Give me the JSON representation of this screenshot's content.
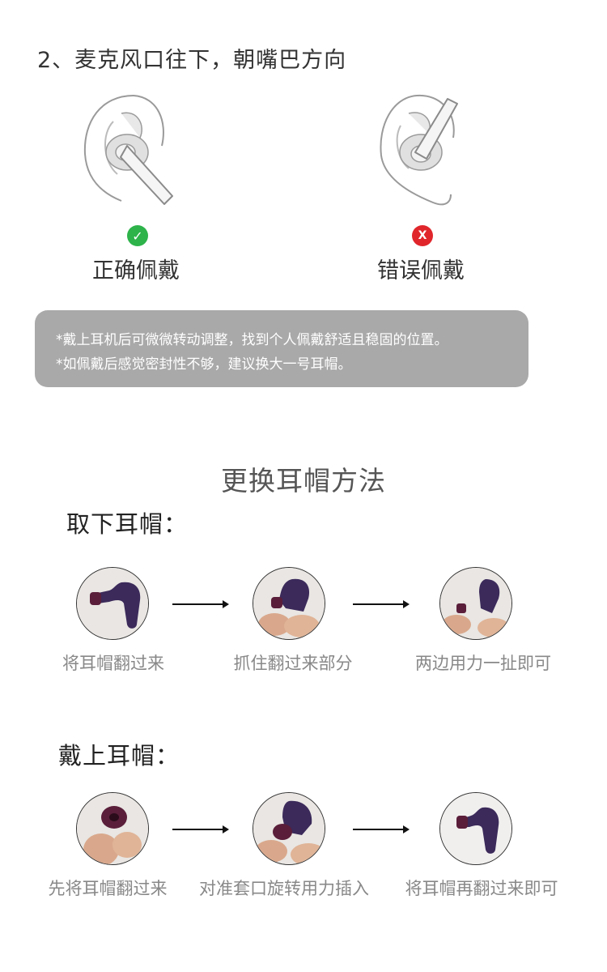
{
  "wearing": {
    "step_title": "2、麦克风口往下，朝嘴巴方向",
    "correct_label": "正确佩戴",
    "wrong_label": "错误佩戴",
    "correct_badge": "✓",
    "wrong_badge": "X",
    "colors": {
      "correct": "#2db34a",
      "wrong": "#e0262b"
    }
  },
  "notes": [
    "*戴上耳机后可微微转动调整，找到个人佩戴舒适且稳固的位置。",
    "*如佩戴后感觉密封性不够，建议换大一号耳帽。"
  ],
  "replace": {
    "title": "更换耳帽方法",
    "remove": {
      "title": "取下耳帽：",
      "steps": [
        "将耳帽翻过来",
        "抓住翻过来部分",
        "两边用力一扯即可"
      ]
    },
    "install": {
      "title": "戴上耳帽：",
      "steps": [
        "先将耳帽翻过来",
        "对准套口旋转用力插入",
        "将耳帽再翻过来即可"
      ]
    }
  },
  "colors": {
    "note_box": "#a9a9a9",
    "earbud": "#3b2a5a",
    "eartip": "#5a1e3a"
  }
}
